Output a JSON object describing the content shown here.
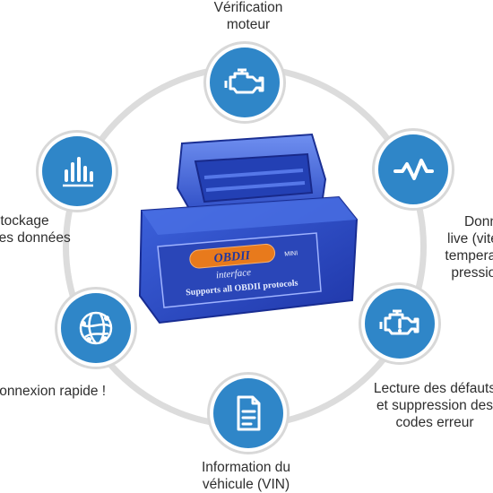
{
  "features": {
    "engine_check": {
      "label": "Vérification\nmoteur",
      "icon": "engine-icon"
    },
    "live_data": {
      "label": "Données\nlive (vitesse\ntemperature\npression...)",
      "icon": "waveform-icon"
    },
    "fault_codes": {
      "label": "Lecture des défauts\net suppression des\ncodes erreur",
      "icon": "engine-warning-icon"
    },
    "vehicle_info": {
      "label": "Information du\nvéhicule (VIN)",
      "icon": "document-icon"
    },
    "fast_connection": {
      "label": "Connexion rapide !",
      "icon": "globe-network-icon"
    },
    "data_storage": {
      "label": "Stockage\ndes données",
      "icon": "bar-chart-icon"
    }
  },
  "device": {
    "brand": "OBDII",
    "mini": "MINI",
    "interface": "interface",
    "tagline": "Supports all OBDII protocols"
  },
  "colors": {
    "accent": "#2f86c8",
    "ring": "#dcdcdc",
    "device": "#2e52c8"
  }
}
